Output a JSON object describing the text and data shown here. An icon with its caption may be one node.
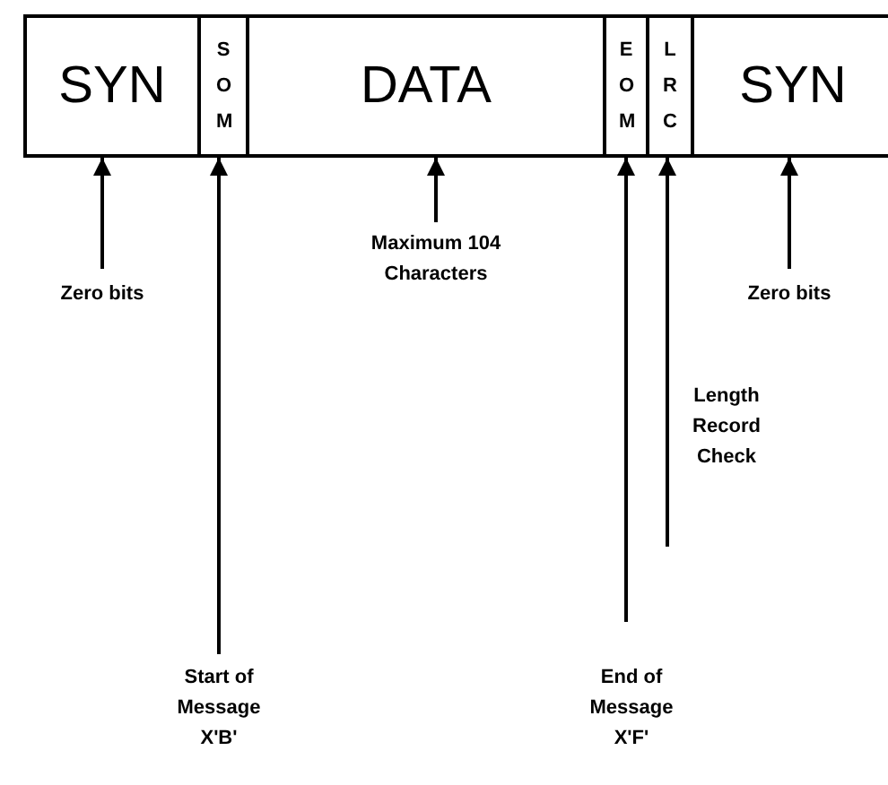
{
  "diagram": {
    "nodes": [
      {
        "text": [
          "SYN"
        ]
      },
      {
        "text": [
          "S O M"
        ]
      },
      {
        "text": [
          "DATA"
        ]
      },
      {
        "text": [
          "E O M"
        ]
      },
      {
        "text": [
          "L R C"
        ]
      },
      {
        "text": [
          "SYN"
        ]
      },
      {
        "text": [
          "Zero bits"
        ]
      },
      {
        "text": [
          "Start of Message X'B'"
        ]
      },
      {
        "text": [
          "Maximum 104 Characters"
        ]
      },
      {
        "text": [
          "End of Message X'F'"
        ]
      },
      {
        "text": [
          "Length Record Check"
        ]
      },
      {
        "text": [
          "Zero bits"
        ]
      }
    ],
    "edges": [
      {
        "from": 6,
        "to": 0,
        "arrow": "to"
      },
      {
        "from": 7,
        "to": 1,
        "arrow": "to"
      },
      {
        "from": 8,
        "to": 2,
        "arrow": "to"
      },
      {
        "from": 9,
        "to": 3,
        "arrow": "to"
      },
      {
        "from": 10,
        "to": 4,
        "arrow": "to"
      },
      {
        "from": 11,
        "to": 5,
        "arrow": "to"
      }
    ]
  }
}
